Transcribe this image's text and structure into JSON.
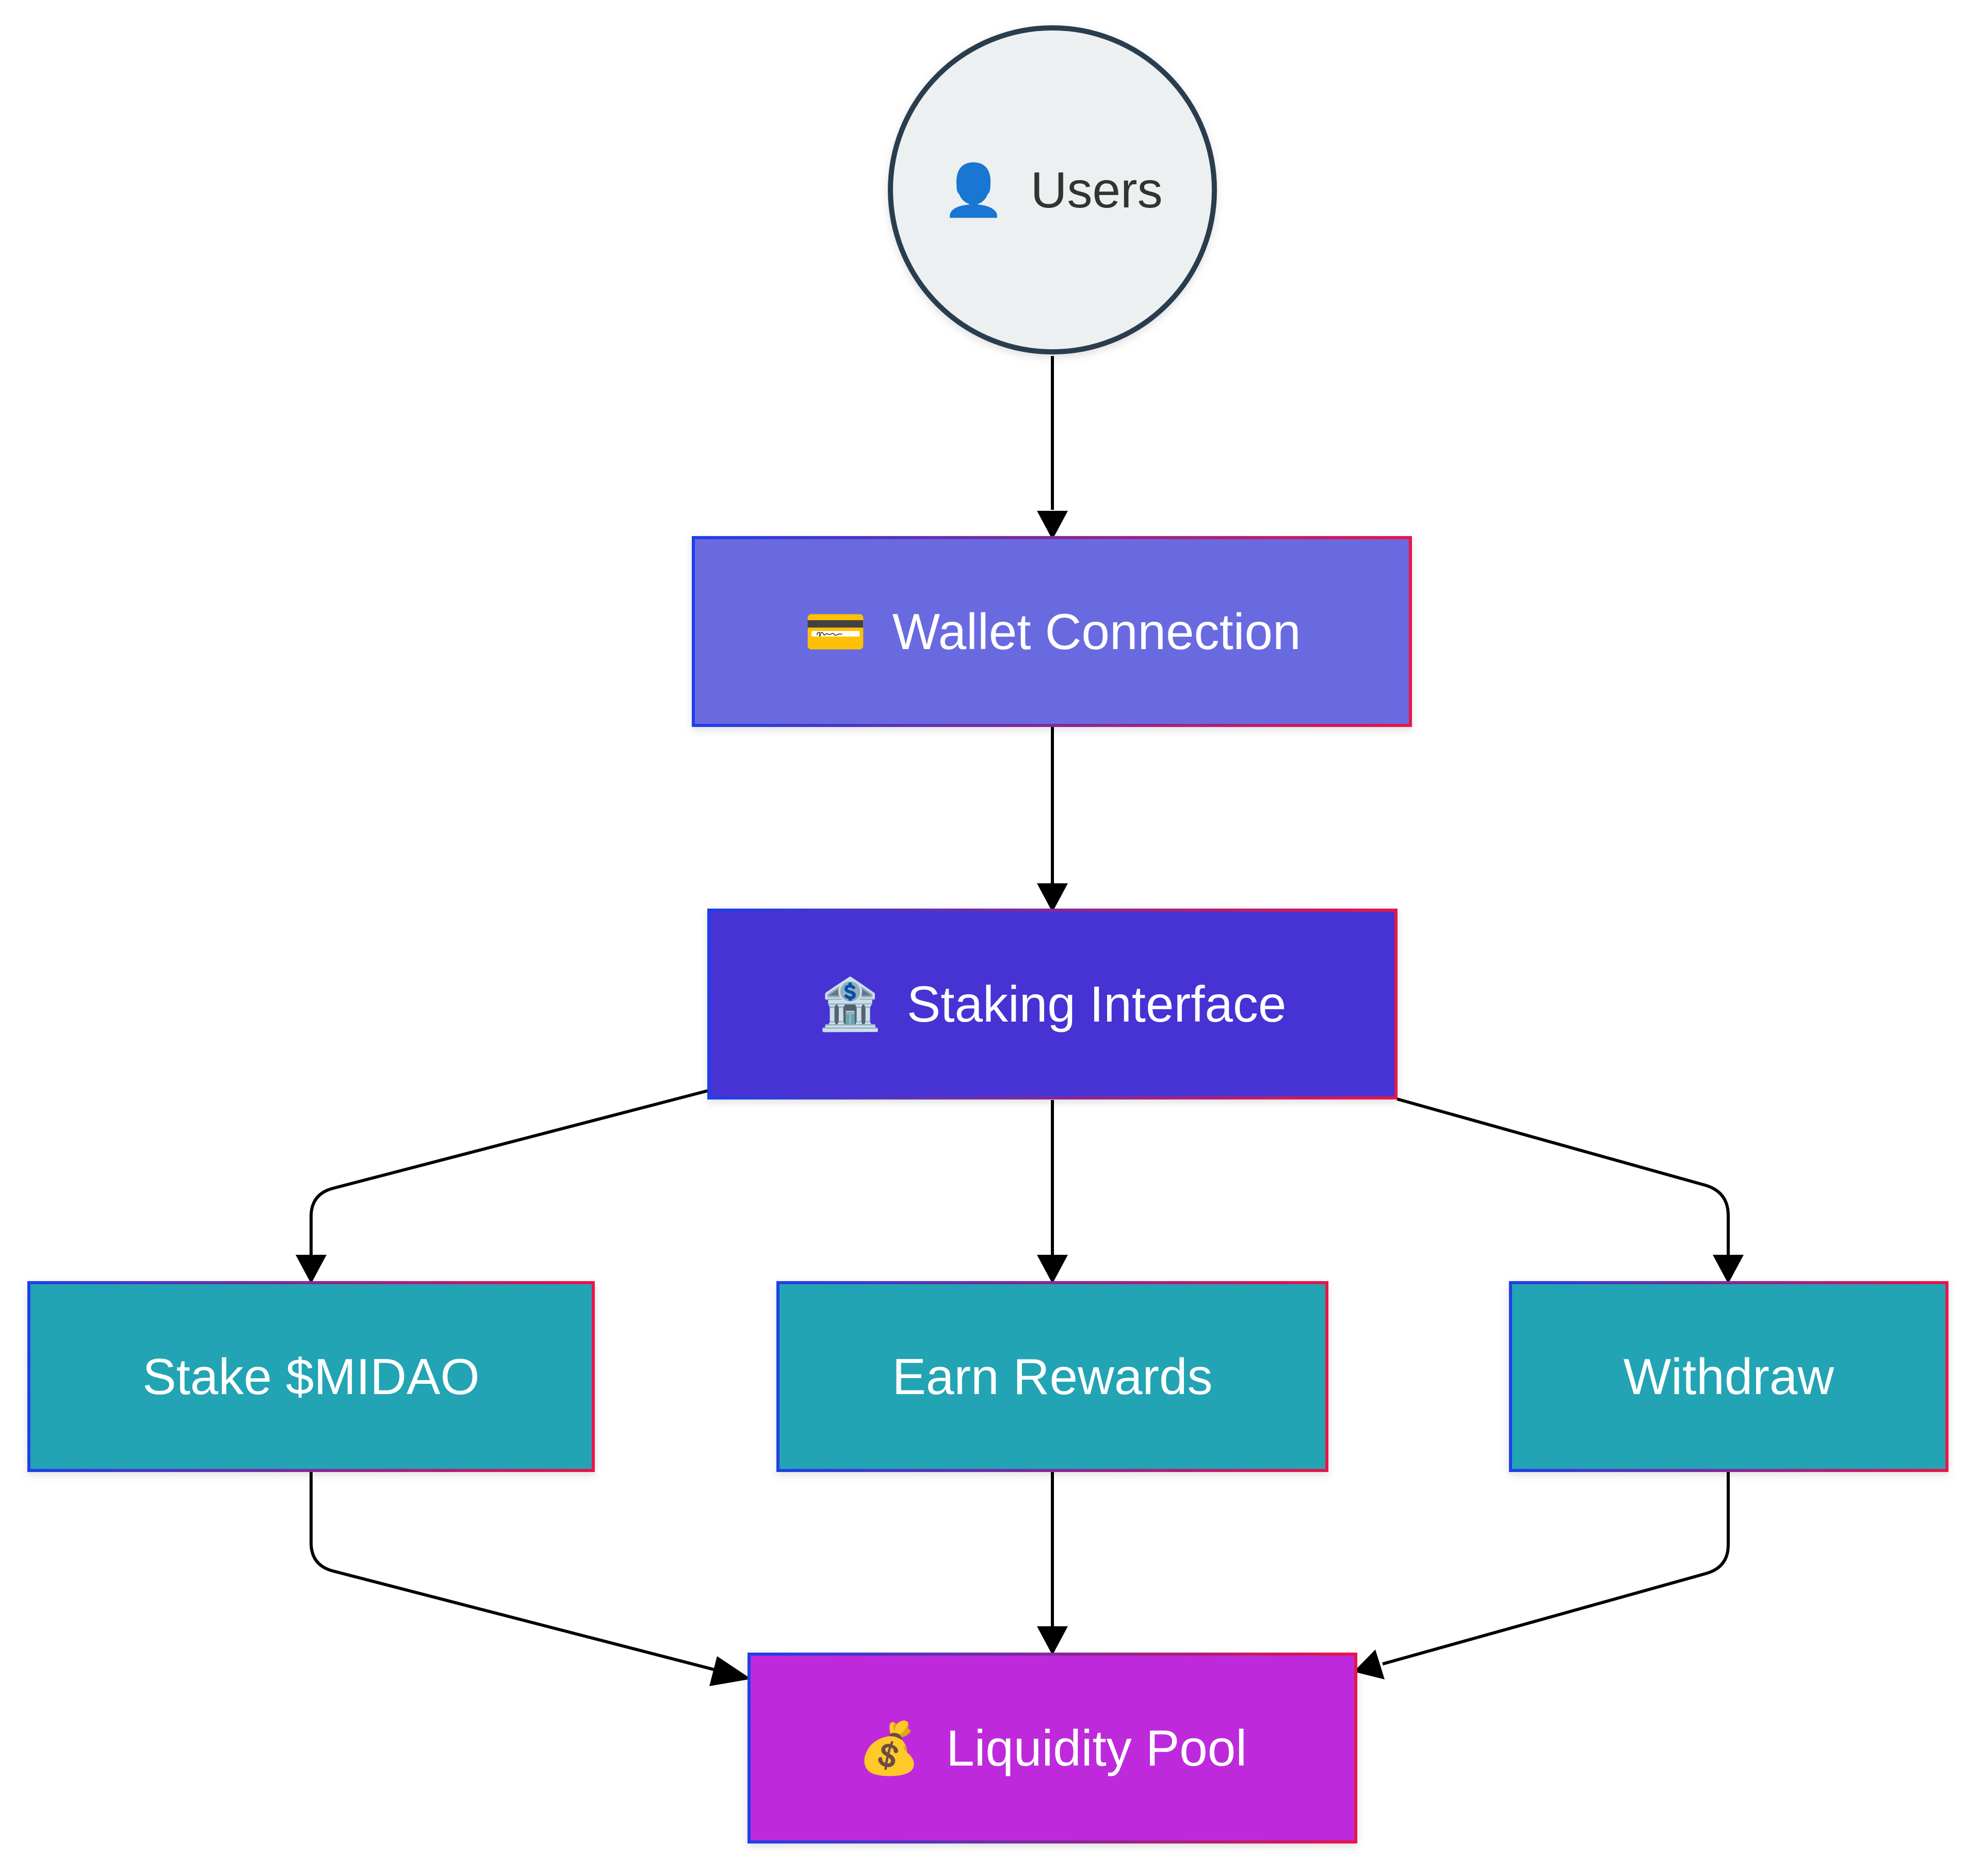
{
  "nodes": {
    "users": {
      "icon": "👤",
      "label": "Users",
      "fill": "#ecf0f1",
      "stroke": "#2c3e50"
    },
    "wallet": {
      "icon": "💳",
      "label": "Wallet Connection",
      "fill": "#6a6be0"
    },
    "staking": {
      "icon": "🏦",
      "label": "Staking Interface",
      "fill": "#4631d4"
    },
    "stake": {
      "label": "Stake $MIDAO",
      "fill": "#22a4b4"
    },
    "earn": {
      "label": "Earn Rewards",
      "fill": "#22a4b4"
    },
    "withdraw": {
      "label": "Withdraw",
      "fill": "#22a4b4"
    },
    "pool": {
      "icon": "💰",
      "label": "Liquidity Pool",
      "fill": "#be2cdb"
    }
  },
  "edges": [
    {
      "from": "users",
      "to": "wallet"
    },
    {
      "from": "wallet",
      "to": "staking"
    },
    {
      "from": "staking",
      "to": "stake"
    },
    {
      "from": "staking",
      "to": "earn"
    },
    {
      "from": "staking",
      "to": "withdraw"
    },
    {
      "from": "stake",
      "to": "pool"
    },
    {
      "from": "earn",
      "to": "pool"
    },
    {
      "from": "withdraw",
      "to": "pool"
    }
  ],
  "colors": {
    "border_gradient_start": "#1f3fe8",
    "border_gradient_end": "#e8134a",
    "arrow": "#000000"
  }
}
